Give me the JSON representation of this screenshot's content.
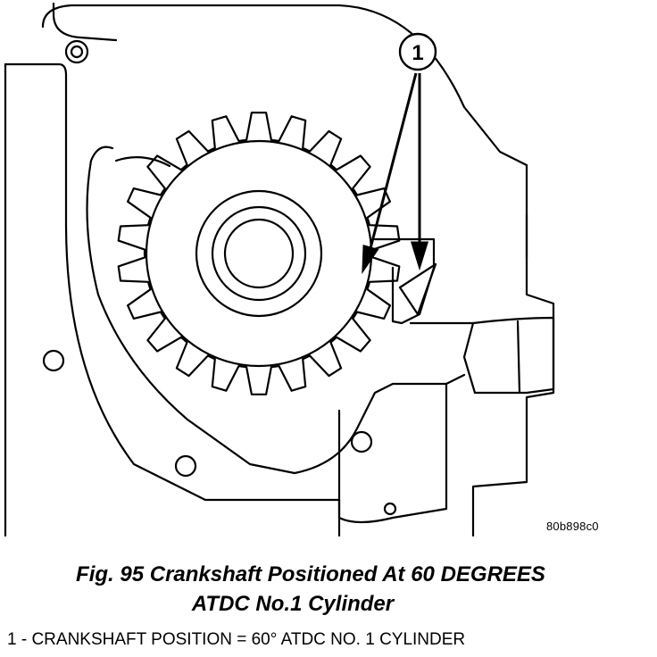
{
  "figure": {
    "callout_number": "1",
    "reference_code": "80b898c0",
    "caption_line1": "Fig. 95 Crankshaft Positioned At 60 DEGREES",
    "caption_line2": "ATDC No.1 Cylinder",
    "legend": "1 - CRANKSHAFT POSITION = 60° ATDC NO. 1 CYLINDER"
  },
  "colors": {
    "line": "#000000",
    "background": "#ffffff"
  }
}
